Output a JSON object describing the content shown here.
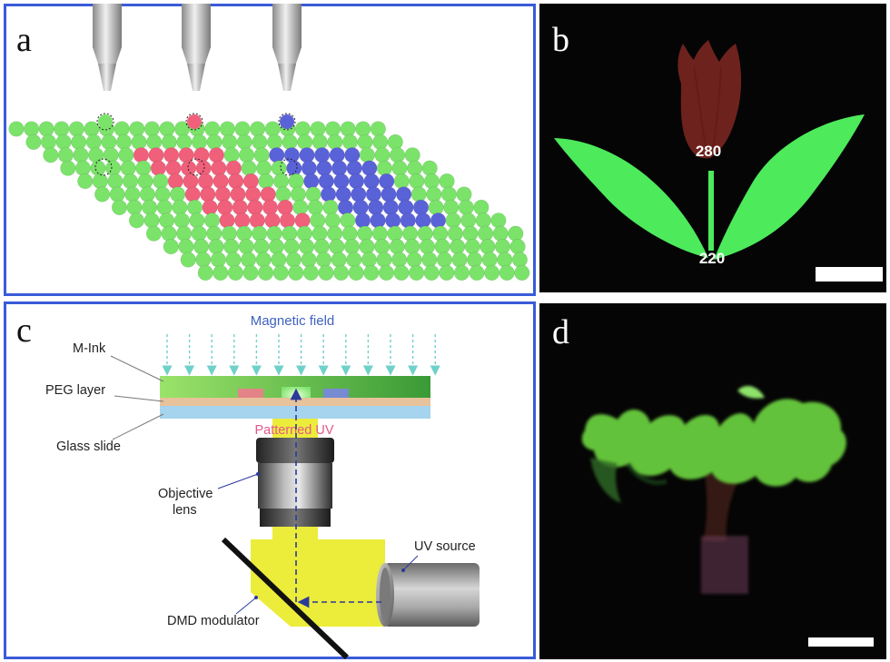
{
  "panels": {
    "a": {
      "letter": "a"
    },
    "b": {
      "letter": "b",
      "label_top": "280",
      "label_bottom": "220"
    },
    "c": {
      "letter": "c",
      "magnetic_field": "Magnetic field",
      "m_ink": "M-Ink",
      "peg_layer": "PEG layer",
      "glass_slide": "Glass slide",
      "patterned_uv": "Patterned UV",
      "objective_lens_line1": "Objective",
      "objective_lens_line2": "lens",
      "uv_source": "UV source",
      "dmd_modulator": "DMD modulator"
    },
    "d": {
      "letter": "d"
    }
  },
  "colors": {
    "frame_blue": "#3a5bd9",
    "sphere_green": "#7be36a",
    "sphere_pink": "#f0607a",
    "sphere_blue": "#5a62d8",
    "fluor_green": "#4dea5c",
    "fluor_red": "#8a2a2a",
    "uv_yellow": "#ecec3a",
    "magnetic_arrow": "#6fd1c9"
  }
}
